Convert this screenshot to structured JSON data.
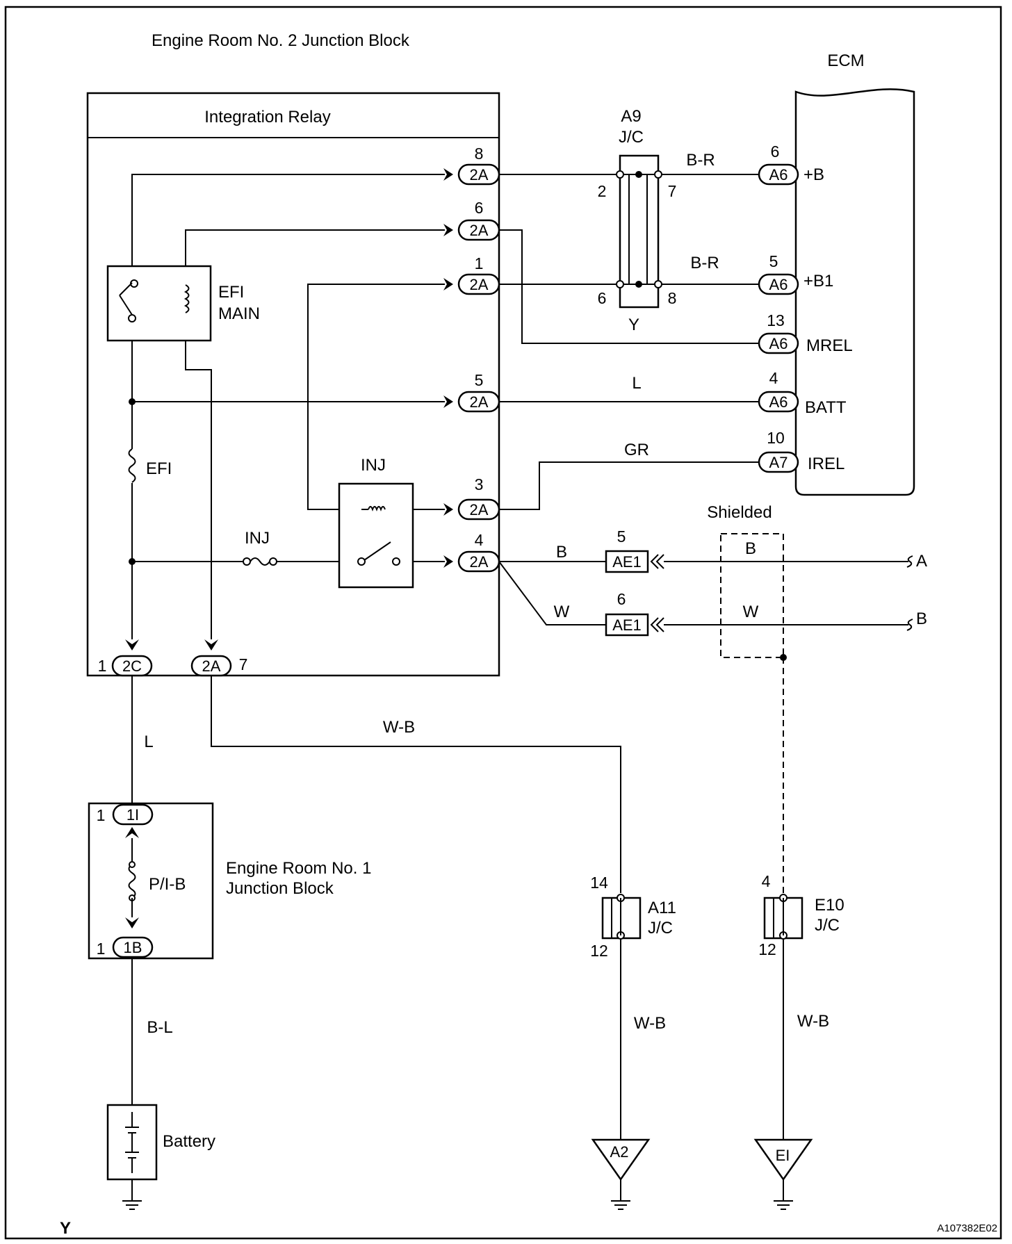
{
  "labels": {
    "junction_block_2": "Engine Room No. 2 Junction Block",
    "integration_relay": "Integration Relay",
    "ecm": "ECM",
    "efi_main_1": "EFI",
    "efi_main_2": "MAIN",
    "efi_fuse": "EFI",
    "inj_relay": "INJ",
    "inj_fuse": "INJ",
    "a9_1": "A9",
    "a9_2": "J/C",
    "a9_color": "Y",
    "shielded": "Shielded",
    "junction_block_1_l1": "Engine Room No. 1",
    "junction_block_1_l2": "Junction Block",
    "pib": "P/I-B",
    "battery": "Battery",
    "a11_1": "A11",
    "a11_2": "J/C",
    "e10_1": "E10",
    "e10_2": "J/C",
    "corner_letter": "Y",
    "figure_code": "A107382E02"
  },
  "ecm_terminals": {
    "b": "+B",
    "b1": "+B1",
    "mrel": "MREL",
    "batt": "BATT",
    "irel": "IREL"
  },
  "connectors": {
    "c2a": "2A",
    "c2c": "2C",
    "a6": "A6",
    "a7": "A7",
    "ae1": "AE1",
    "c1i": "1I",
    "c1b": "1B",
    "a2": "A2",
    "ei": "EI"
  },
  "pins": {
    "p2a_8": "8",
    "p2a_6": "6",
    "p2a_1": "1",
    "p2a_5": "5",
    "p2a_3": "3",
    "p2a_4": "4",
    "a9_2": "2",
    "a9_7": "7",
    "a9_6": "6",
    "a9_8": "8",
    "a6_6": "6",
    "a6_5": "5",
    "a6_13": "13",
    "a6_4": "4",
    "a7_10": "10",
    "ae1_5": "5",
    "ae1_6": "6",
    "c2c_1": "1",
    "c2a_7": "7",
    "c1i_1": "1",
    "c1b_1": "1",
    "a11_14": "14",
    "a11_12": "12",
    "e10_4": "4",
    "e10_12": "12"
  },
  "wire_colors": {
    "br_top": "B-R",
    "br_mid": "B-R",
    "batt": "L",
    "irel": "GR",
    "b_sig": "B",
    "w_sig": "W",
    "shield_b": "B",
    "shield_w": "W",
    "l_down": "L",
    "wb_top": "W-B",
    "bl": "B-L",
    "wb_a11": "W-B",
    "wb_e10": "W-B"
  },
  "off_page": {
    "a": "A",
    "b": "B"
  }
}
